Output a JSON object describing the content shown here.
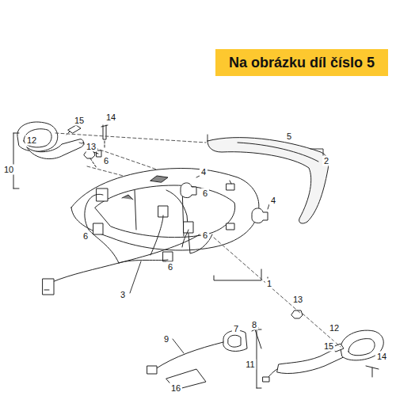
{
  "diagram": {
    "title": "Na obrázku díl číslo 5",
    "labels": [
      "14",
      "15",
      "12",
      "13",
      "10",
      "6",
      "5",
      "2",
      "4",
      "6",
      "6",
      "4",
      "6",
      "1",
      "3",
      "6",
      "13",
      "8",
      "7",
      "9",
      "12",
      "15",
      "14",
      "11",
      "16"
    ]
  }
}
